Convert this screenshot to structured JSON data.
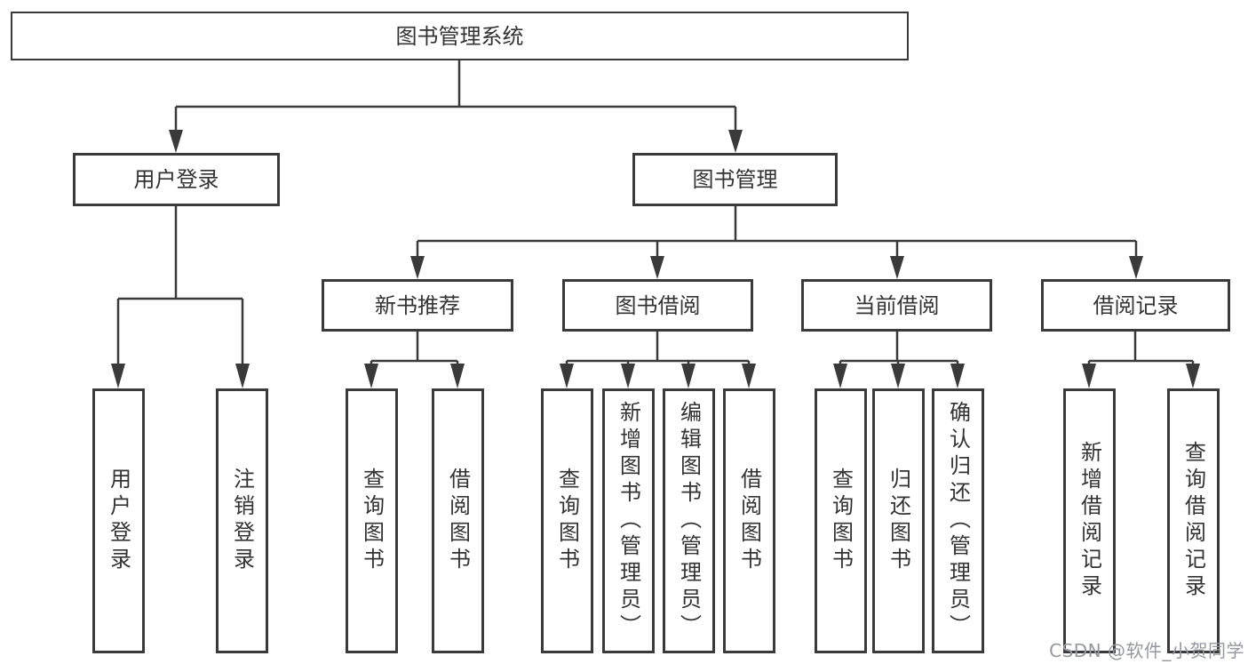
{
  "diagram": {
    "type": "hierarchy",
    "tree": {
      "label": "图书管理系统",
      "children": [
        {
          "label": "用户登录",
          "children": [
            {
              "label": "用户登录"
            },
            {
              "label": "注销登录"
            }
          ]
        },
        {
          "label": "图书管理",
          "children": [
            {
              "label": "新书推荐",
              "children": [
                {
                  "label": "查询图书"
                },
                {
                  "label": "借阅图书"
                }
              ]
            },
            {
              "label": "图书借阅",
              "children": [
                {
                  "label": "查询图书"
                },
                {
                  "label": "新增图书（管理员）"
                },
                {
                  "label": "编辑图书（管理员）"
                },
                {
                  "label": "借阅图书"
                }
              ]
            },
            {
              "label": "当前借阅",
              "children": [
                {
                  "label": "查询图书"
                },
                {
                  "label": "归还图书"
                },
                {
                  "label": "确认归还（管理员）"
                }
              ]
            },
            {
              "label": "借阅记录",
              "children": [
                {
                  "label": "新增借阅记录"
                },
                {
                  "label": "查询借阅记录"
                }
              ]
            }
          ]
        }
      ]
    },
    "watermark": "CSDN @软件_小贺同学",
    "colors": {
      "line": "#3a3a3a",
      "box_border": "#3a3a3a",
      "text": "#333333",
      "background": "#ffffff",
      "watermark": "#95989e"
    }
  }
}
